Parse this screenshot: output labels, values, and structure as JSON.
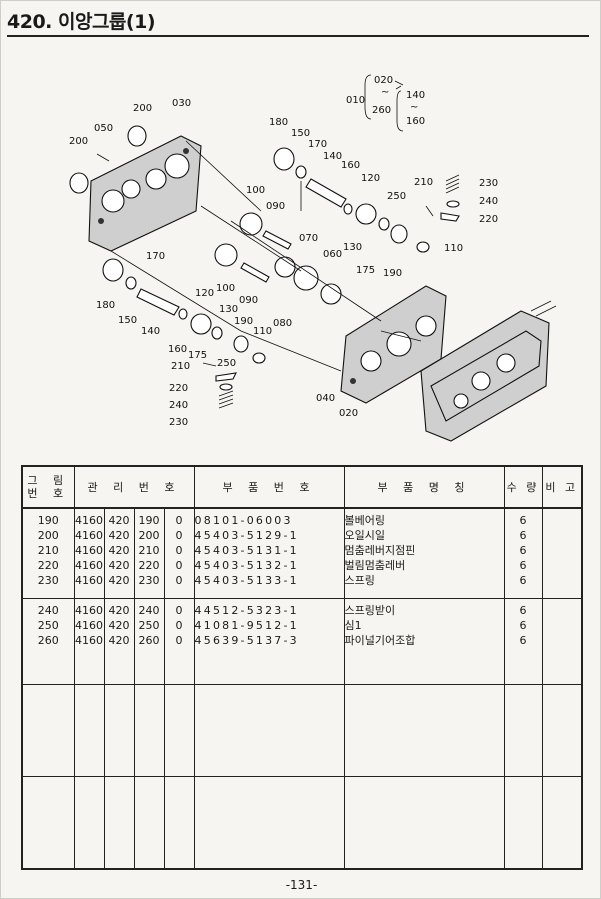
{
  "header": {
    "title": "420. 이앙그룹(1)"
  },
  "diagram": {
    "callouts": [
      "010",
      "020",
      "030",
      "040",
      "050",
      "060",
      "070",
      "080",
      "090",
      "100",
      "110",
      "120",
      "130",
      "140",
      "150",
      "160",
      "170",
      "175",
      "180",
      "190",
      "200",
      "210",
      "220",
      "230",
      "240",
      "250",
      "260"
    ],
    "bracket_010": "010",
    "bracket_020": "020",
    "bracket_260": "260",
    "bracket_140": "140",
    "bracket_160": "160",
    "bracket_tilde": "~"
  },
  "table": {
    "headers": {
      "fig_no": "그 림\n번 호",
      "fig_no_line1": "그 림",
      "fig_no_line2": "번 호",
      "mgmt_no": "관 리 번 호",
      "part_no": "부 품 번 호",
      "part_name": "부 품 명 칭",
      "qty": "수 량",
      "remarks": "비 고"
    },
    "groups": [
      {
        "rows": [
          {
            "fig": "190",
            "m1": "4160",
            "m2": "420",
            "m3": "190",
            "m4": "0",
            "part_no": "08101-06003",
            "name": "볼베어링",
            "qty": "6"
          },
          {
            "fig": "200",
            "m1": "4160",
            "m2": "420",
            "m3": "200",
            "m4": "0",
            "part_no": "45403-5129-1",
            "name": "오일시일",
            "qty": "6"
          },
          {
            "fig": "210",
            "m1": "4160",
            "m2": "420",
            "m3": "210",
            "m4": "0",
            "part_no": "45403-5131-1",
            "name": "멈춤레버지점핀",
            "qty": "6"
          },
          {
            "fig": "220",
            "m1": "4160",
            "m2": "420",
            "m3": "220",
            "m4": "0",
            "part_no": "45403-5132-1",
            "name": "벌림멈춤레버",
            "qty": "6"
          },
          {
            "fig": "230",
            "m1": "4160",
            "m2": "420",
            "m3": "230",
            "m4": "0",
            "part_no": "45403-5133-1",
            "name": "스프링",
            "qty": "6"
          }
        ]
      },
      {
        "rows": [
          {
            "fig": "240",
            "m1": "4160",
            "m2": "420",
            "m3": "240",
            "m4": "0",
            "part_no": "44512-5323-1",
            "name": "스프링받이",
            "qty": "6"
          },
          {
            "fig": "250",
            "m1": "4160",
            "m2": "420",
            "m3": "250",
            "m4": "0",
            "part_no": "41081-9512-1",
            "name": "심1",
            "qty": "6"
          },
          {
            "fig": "260",
            "m1": "4160",
            "m2": "420",
            "m3": "260",
            "m4": "0",
            "part_no": "45639-5137-3",
            "name": "파이널기어조합",
            "qty": "6"
          }
        ]
      }
    ]
  },
  "footer": {
    "page_number": "-131-"
  }
}
